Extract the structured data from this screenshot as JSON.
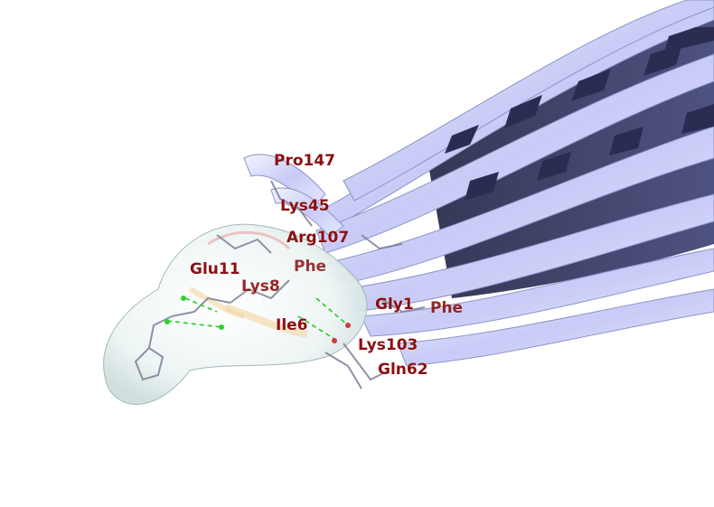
{
  "colors": {
    "background": "#ffffff",
    "ribbon_light": "#e9ebff",
    "ribbon_mid": "#b9bef0",
    "ribbon_dark": "#2a2d52",
    "surface": "#eef4f4",
    "label_text": "#8b0f0f",
    "hbond": "#22cc22"
  },
  "labels": {
    "pro147": "Pro147",
    "lys45": "Lys45",
    "arg107": "Arg107",
    "glu11": "Glu11",
    "phe": "Phe",
    "lys8": "Lys8",
    "ile6": "Ile6",
    "gly1": "Gly1",
    "phe2": "Phe",
    "lys103": "Lys103",
    "gln62": "Gln62"
  }
}
